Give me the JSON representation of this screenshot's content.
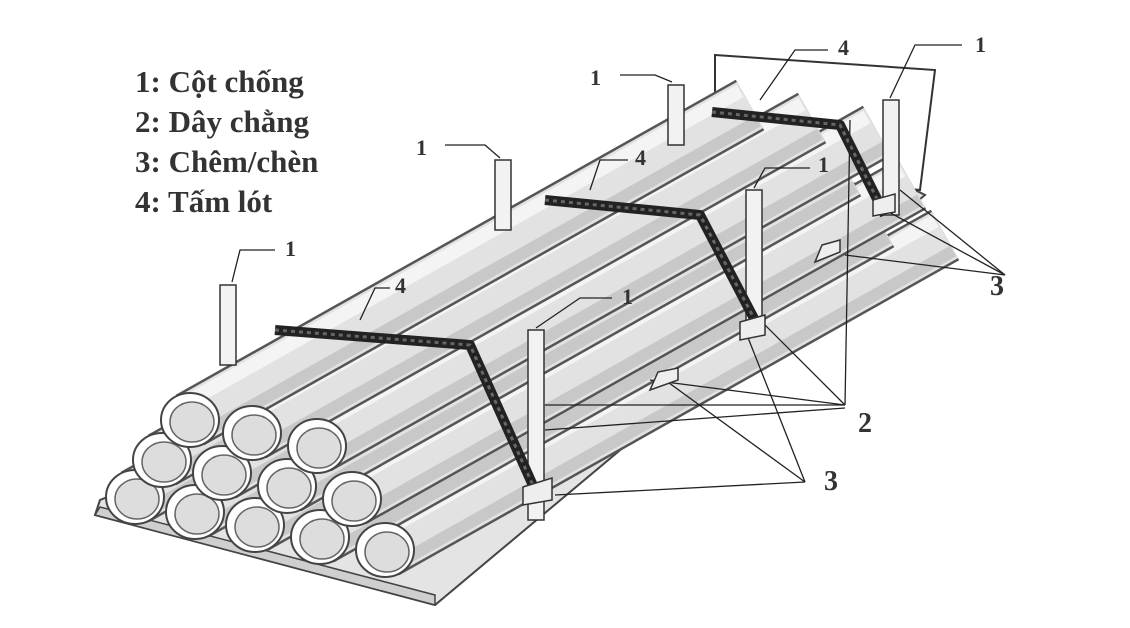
{
  "legend": [
    {
      "num": "1:",
      "text": "Cột chống"
    },
    {
      "num": "2:",
      "text": "Dây chằng"
    },
    {
      "num": "3:",
      "text": "Chêm/chèn"
    },
    {
      "num": "4:",
      "text": "Tấm lót"
    }
  ],
  "callouts": {
    "post": "1",
    "lashing": "2",
    "chock": "3",
    "dunnage": "4"
  }
}
